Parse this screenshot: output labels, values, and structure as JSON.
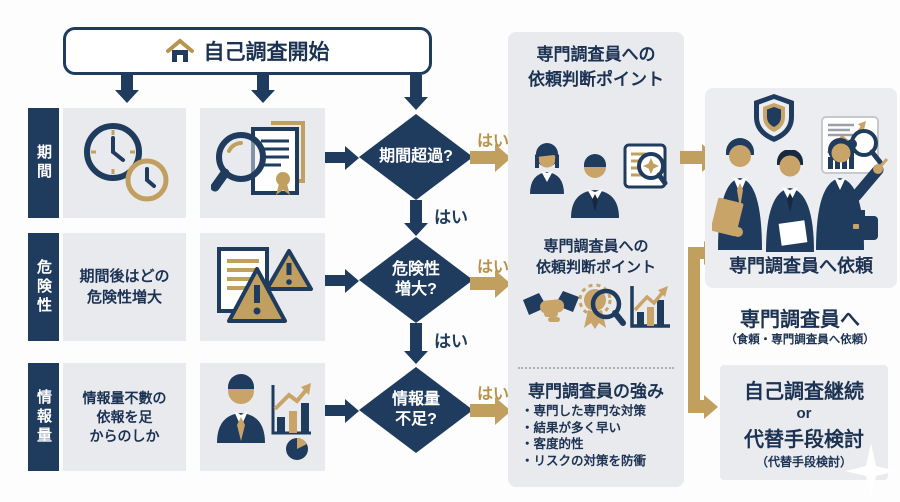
{
  "palette": {
    "navy": "#1f3b5e",
    "gold": "#c1a05f",
    "gold_text": "#b8924a",
    "panel_gray": "#e8eaed",
    "box_gray": "#e9eaee",
    "white": "#ffffff"
  },
  "start": {
    "label": "自己調査開始"
  },
  "rows": [
    {
      "label": "期間",
      "diamond": "期間超過?",
      "yes_right": "はい",
      "yes_down": "はい"
    },
    {
      "label": "危険性",
      "note": "期間後はどの\n危険性増大",
      "diamond": "危険性\n増大?",
      "yes_right": "はい",
      "yes_down": "はい"
    },
    {
      "label": "情報量",
      "note": "情報量不數の\n依報を足\nからのしか",
      "diamond": "情報量\n不足?",
      "yes_right": "はい"
    }
  ],
  "middle": {
    "header_top": "専門調査員への\n依頼判断ポイント",
    "header_mid": "専門調査員への\n依頼判断ポイント",
    "strengths_title": "専門調査員の強み",
    "strengths": [
      "・専門した専門な対策",
      "・結果が多く早い",
      "・客度的性",
      "・リスクの対策を防衝"
    ]
  },
  "right": {
    "hire_caption": "専門調査員へ依頼",
    "hire_title": "専門調査員へ",
    "hire_sub": "（食頼・専門調査員へ依頼）",
    "continue_line1": "自己調査継続",
    "continue_or": "or",
    "continue_line2": "代替手段検討",
    "continue_sub": "（代替手段検討）"
  },
  "icons": [
    "home-icon",
    "clock-icon",
    "magnifier-document-icon",
    "document-warning-icon",
    "person-chart-icon",
    "woman-bust-icon",
    "man-bust-icon",
    "document-search-icon",
    "handshake-icon",
    "award-magnifier-icon",
    "bar-chart-icon",
    "shield-icon",
    "chart-board-icon",
    "businessman-icon",
    "businesswoman-icon",
    "briefcase-icon",
    "sparkle-icon"
  ]
}
